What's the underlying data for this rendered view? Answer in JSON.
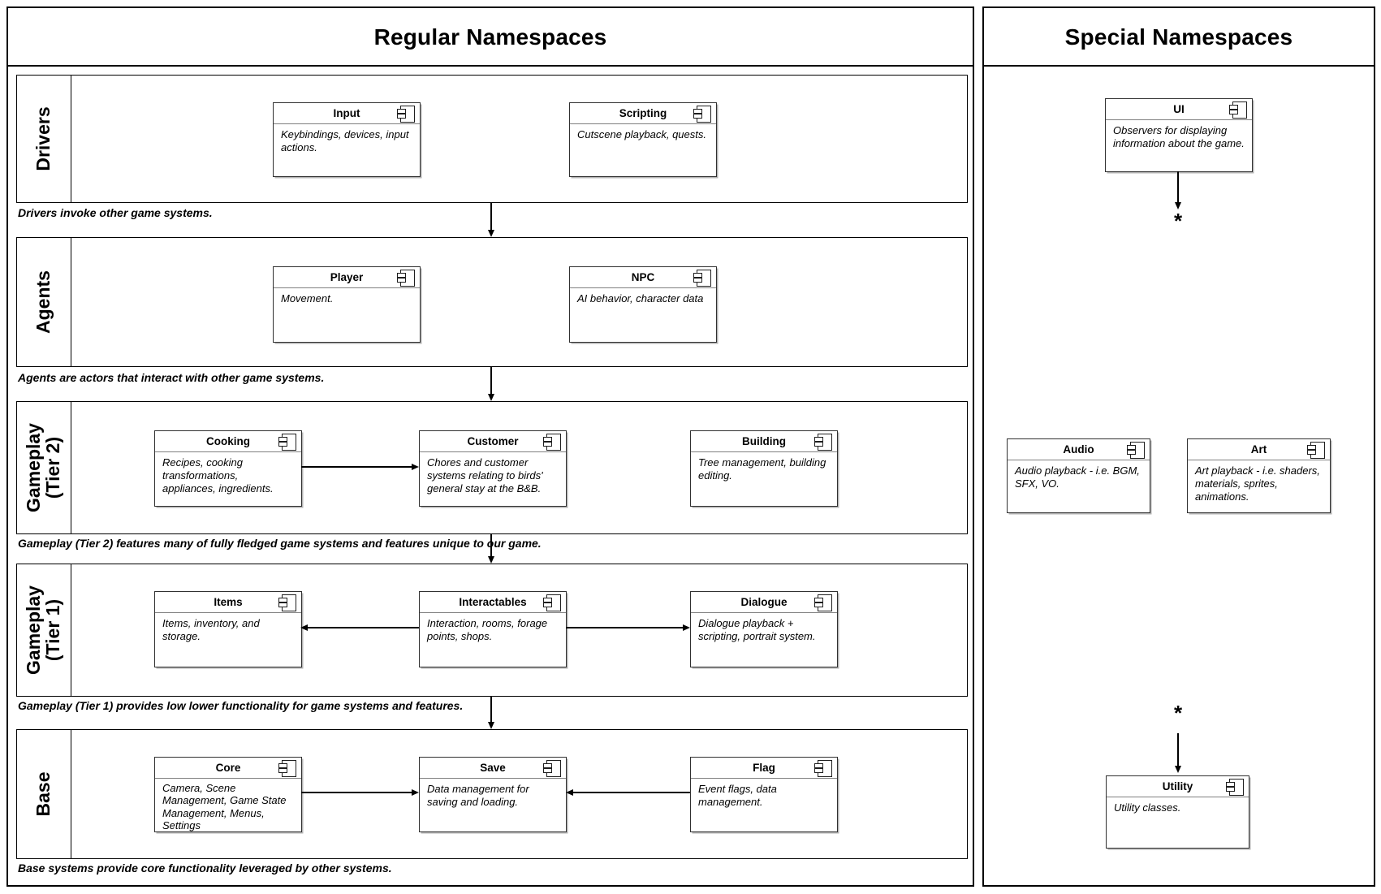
{
  "regular_panel": {
    "title": "Regular Namespaces",
    "rows": [
      {
        "label": "Drivers",
        "caption": "Drivers invoke other game systems.",
        "components": [
          {
            "title": "Input",
            "body": "Keybindings, devices, input actions."
          },
          {
            "title": "Scripting",
            "body": "Cutscene playback, quests."
          }
        ]
      },
      {
        "label": "Agents",
        "caption": "Agents are actors that interact with other game systems.",
        "components": [
          {
            "title": "Player",
            "body": "Movement."
          },
          {
            "title": "NPC",
            "body": "AI behavior, character data"
          }
        ]
      },
      {
        "label": "Gameplay (Tier 2)",
        "caption": "Gameplay (Tier 2) features many of fully fledged game systems and features unique to our game.",
        "components": [
          {
            "title": "Cooking",
            "body": "Recipes, cooking transformations, appliances, ingredients."
          },
          {
            "title": "Customer",
            "body": "Chores and customer systems relating to birds' general stay at the B&B."
          },
          {
            "title": "Building",
            "body": "Tree management, building editing."
          }
        ]
      },
      {
        "label": "Gameplay (Tier 1)",
        "caption": "Gameplay (Tier 1) provides low lower functionality for game systems and features.",
        "components": [
          {
            "title": "Items",
            "body": "Items, inventory, and storage."
          },
          {
            "title": "Interactables",
            "body": "Interaction, rooms, forage points, shops."
          },
          {
            "title": "Dialogue",
            "body": "Dialogue playback + scripting, portrait system."
          }
        ]
      },
      {
        "label": "Base",
        "caption": "Base systems provide core functionality leveraged by other systems.",
        "components": [
          {
            "title": "Core",
            "body": "Camera, Scene Management, Game State Management, Menus, Settings"
          },
          {
            "title": "Save",
            "body": "Data management for saving and loading."
          },
          {
            "title": "Flag",
            "body": "Event flags, data management."
          }
        ]
      }
    ]
  },
  "special_panel": {
    "title": "Special Namespaces",
    "components": [
      {
        "title": "UI",
        "body": "Observers for displaying information about the game."
      },
      {
        "title": "Audio",
        "body": "Audio playback - i.e. BGM, SFX, VO."
      },
      {
        "title": "Art",
        "body": "Art playback - i.e. shaders, materials, sprites, animations."
      },
      {
        "title": "Utility",
        "body": "Utility classes."
      }
    ],
    "multiplicity_top": "*",
    "multiplicity_bottom": "*"
  }
}
